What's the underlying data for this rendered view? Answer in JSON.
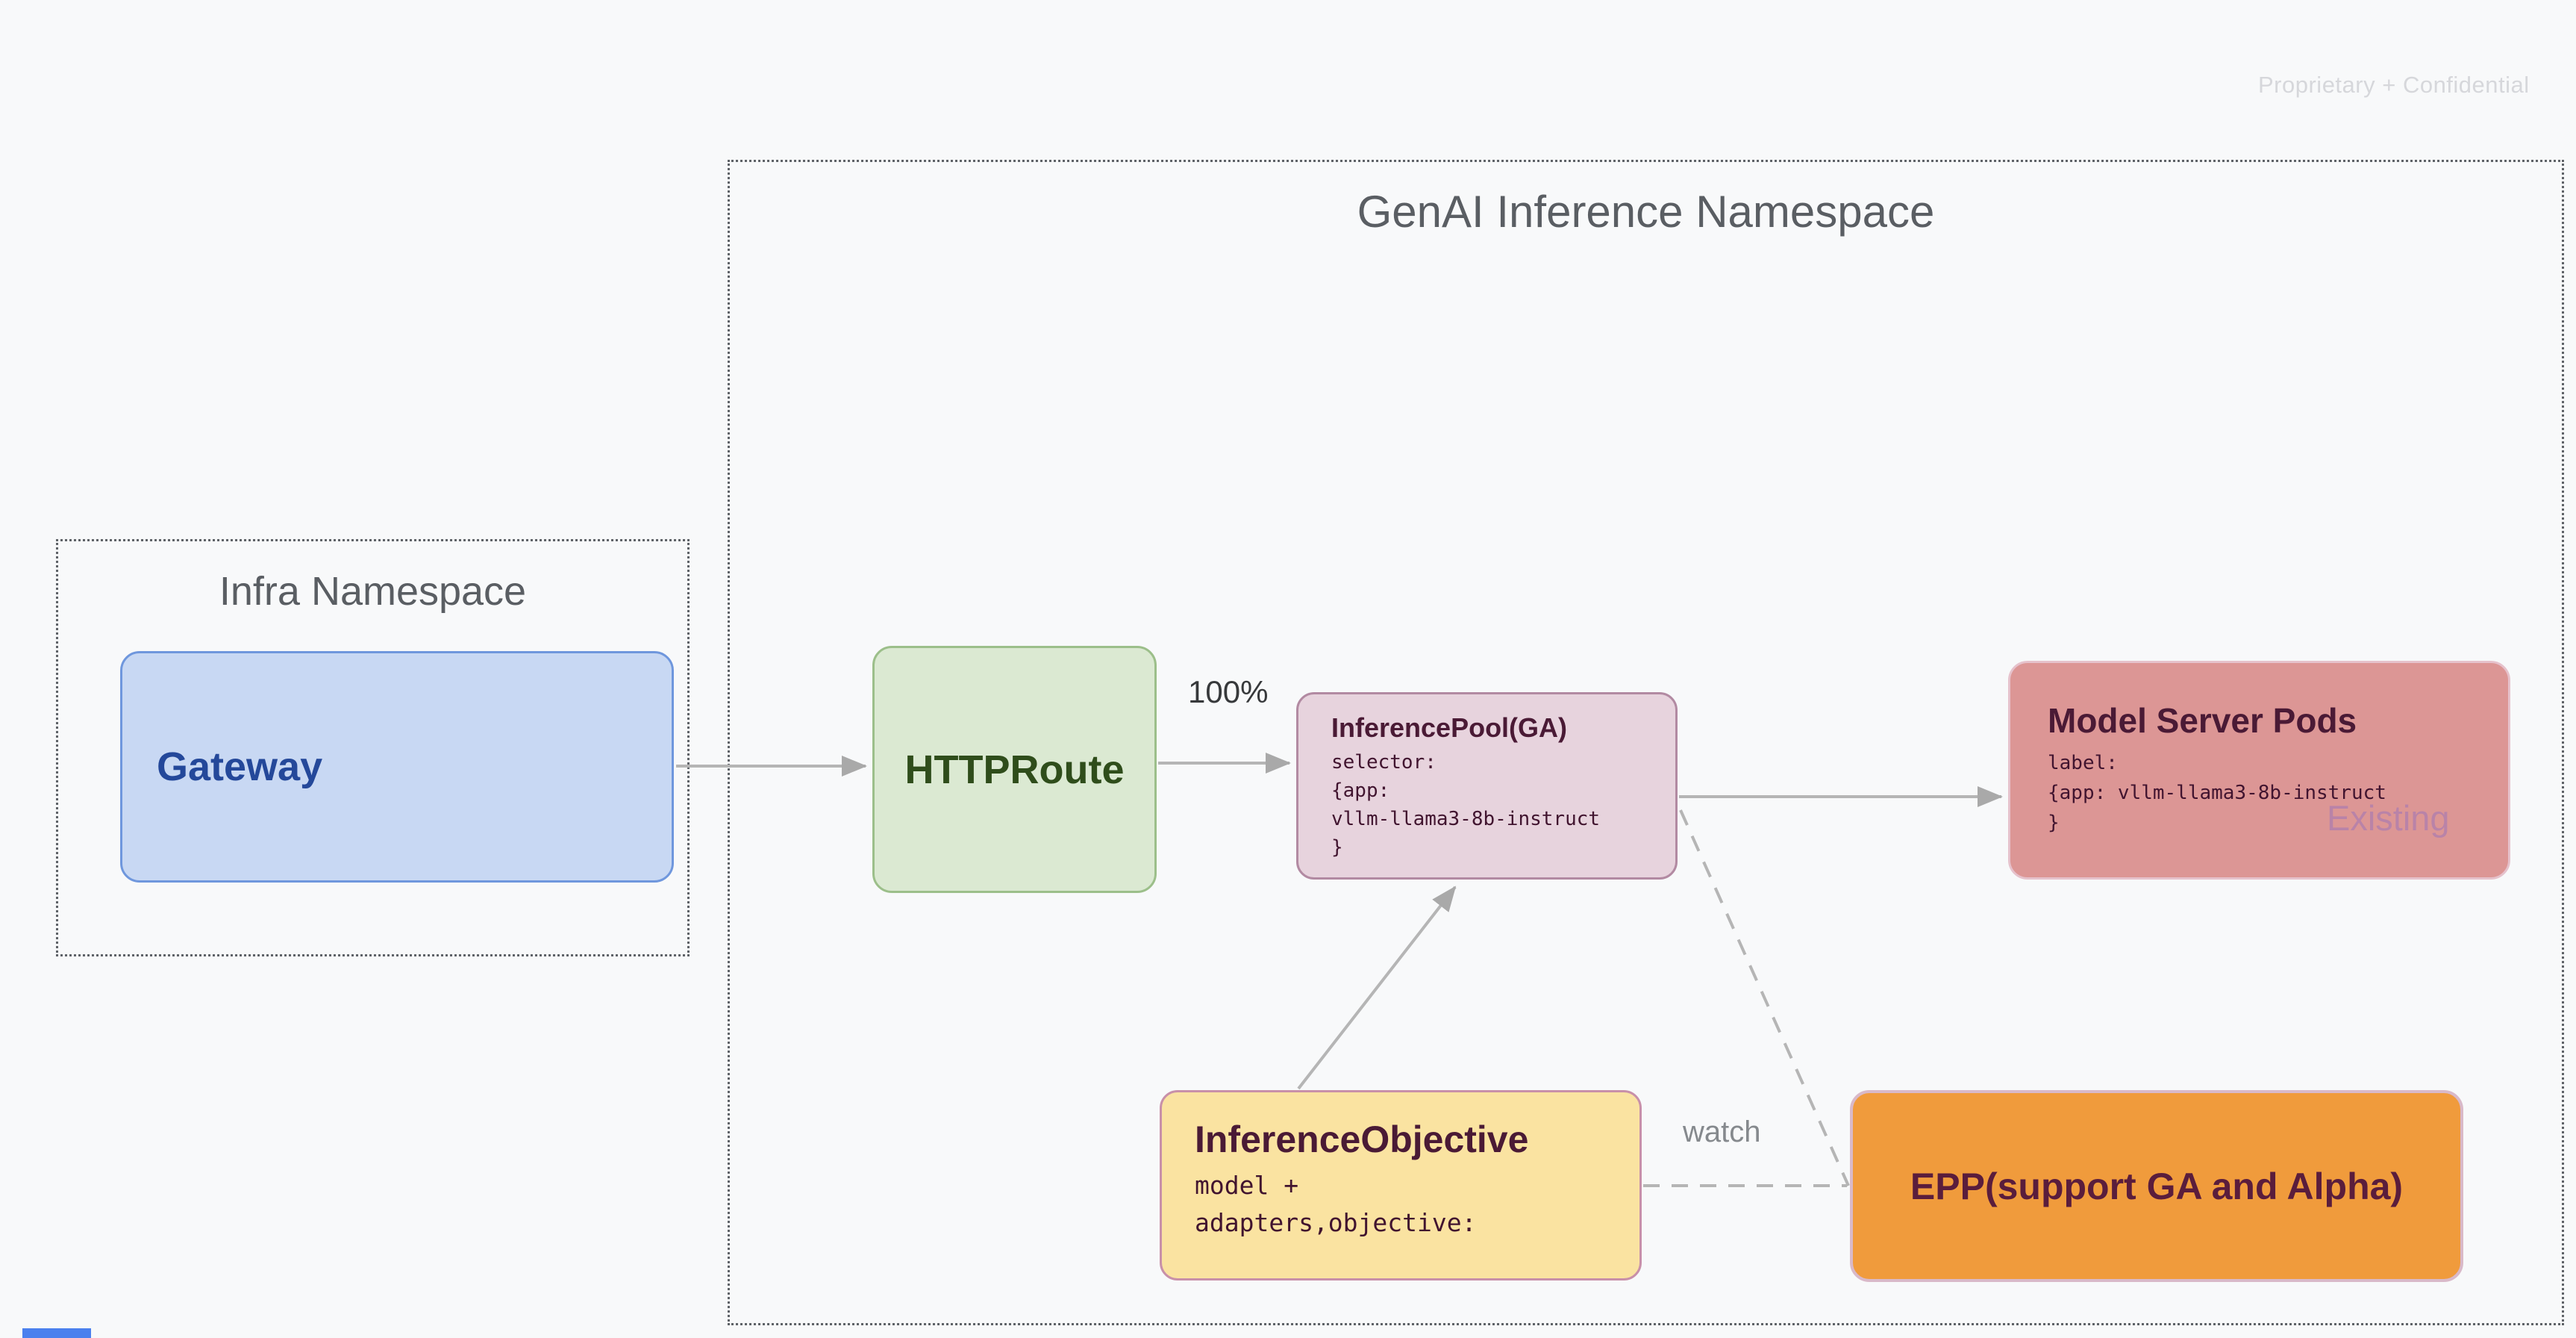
{
  "page": {
    "confidentiality": "Proprietary + Confidential",
    "background": "#f8f9fa"
  },
  "namespaces": {
    "genai": {
      "title": "GenAI Inference Namespace"
    },
    "infra": {
      "title": "Infra Namespace"
    }
  },
  "nodes": {
    "gateway": {
      "label": "Gateway",
      "fill": "#c8d8f3",
      "border": "#6f97dd",
      "text_color": "#24489a"
    },
    "httproute": {
      "label": "HTTPRoute",
      "fill": "#dbe9d2",
      "border": "#9cbf8a",
      "text_color": "#2f4d1b"
    },
    "inference_pool": {
      "title": "InferencePool(GA)",
      "body_lines": [
        "selector:",
        "{app:",
        "vllm-llama3-8b-instruct",
        "}"
      ],
      "fill": "#e7d3dd",
      "border": "#b28aa2",
      "text_color": "#4a1a35"
    },
    "model_server_pods": {
      "title": "Model Server Pods",
      "body_lines": [
        "label:",
        "{app: vllm-llama3-8b-instruct",
        "}"
      ],
      "watermark": "Existing",
      "fill": "#dc9695",
      "border": "#e6c2cc",
      "text_color": "#4a1a35"
    },
    "inference_objective": {
      "title": "InferenceObjective",
      "body_lines": [
        "model +",
        "adapters,objective:"
      ],
      "fill": "#fae3a1",
      "border": "#c890a9",
      "text_color": "#4a1a35"
    },
    "epp": {
      "label": "EPP(support GA and Alpha)",
      "fill": "#f09b3c",
      "border": "#d9b9c9",
      "text_color": "#5a1d3c"
    }
  },
  "edges": {
    "gateway_to_httproute": {
      "style": "solid-arrow"
    },
    "httproute_to_inference_pool": {
      "style": "solid-arrow",
      "label": "100%"
    },
    "inference_pool_to_model_server_pods": {
      "style": "solid-arrow"
    },
    "inference_objective_to_inference_pool": {
      "style": "solid-arrow"
    },
    "inference_pool_to_epp": {
      "style": "dashed"
    },
    "inference_objective_to_epp": {
      "style": "dashed",
      "label": "watch"
    }
  }
}
